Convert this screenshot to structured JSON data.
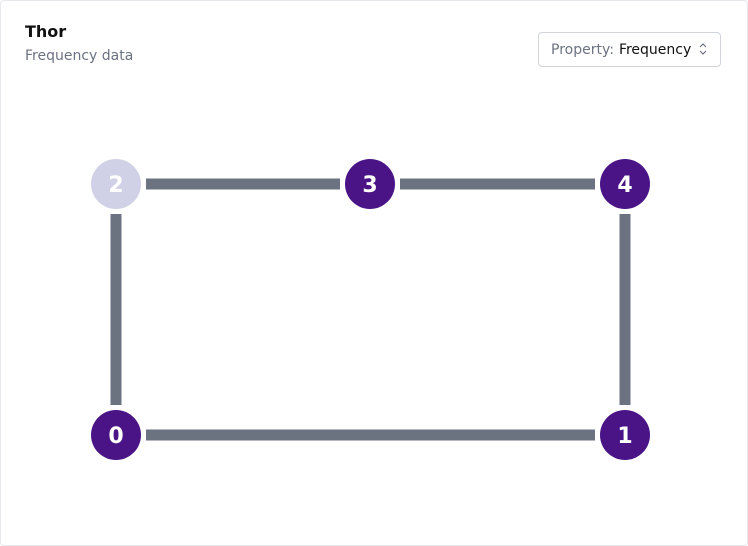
{
  "header": {
    "title": "Thor",
    "subtitle": "Frequency data"
  },
  "property_select": {
    "label": "Property:",
    "value": "Frequency",
    "icon": "chevron-up-down-icon"
  },
  "graph": {
    "nodes": [
      {
        "id": "0",
        "label": "0",
        "color": "#4a1486"
      },
      {
        "id": "1",
        "label": "1",
        "color": "#4a1486"
      },
      {
        "id": "2",
        "label": "2",
        "color": "#d0d1e6"
      },
      {
        "id": "3",
        "label": "3",
        "color": "#4a1486"
      },
      {
        "id": "4",
        "label": "4",
        "color": "#4a1486"
      }
    ],
    "edges": [
      {
        "source": "2",
        "target": "3"
      },
      {
        "source": "3",
        "target": "4"
      },
      {
        "source": "2",
        "target": "0"
      },
      {
        "source": "4",
        "target": "1"
      },
      {
        "source": "0",
        "target": "1"
      }
    ],
    "edge_color": "#6b7280",
    "label_color": "#ffffff"
  }
}
